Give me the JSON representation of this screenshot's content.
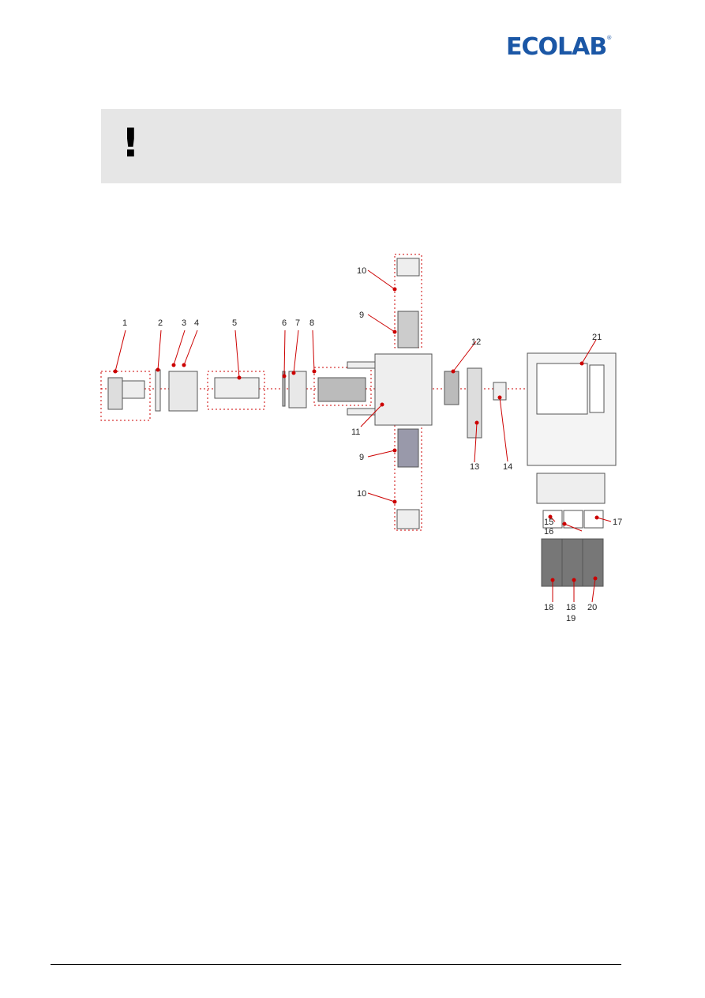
{
  "brand": {
    "logo_text": "ECOLAB",
    "reg_mark": "®"
  },
  "notice": {
    "icon": "exclamation-icon",
    "symbol": "!"
  },
  "diagram": {
    "callouts": [
      "1",
      "2",
      "3",
      "4",
      "5",
      "6",
      "7",
      "8",
      "9",
      "9",
      "10",
      "10",
      "11",
      "12",
      "13",
      "14",
      "15",
      "16",
      "17",
      "18",
      "18",
      "19",
      "20",
      "21"
    ]
  }
}
